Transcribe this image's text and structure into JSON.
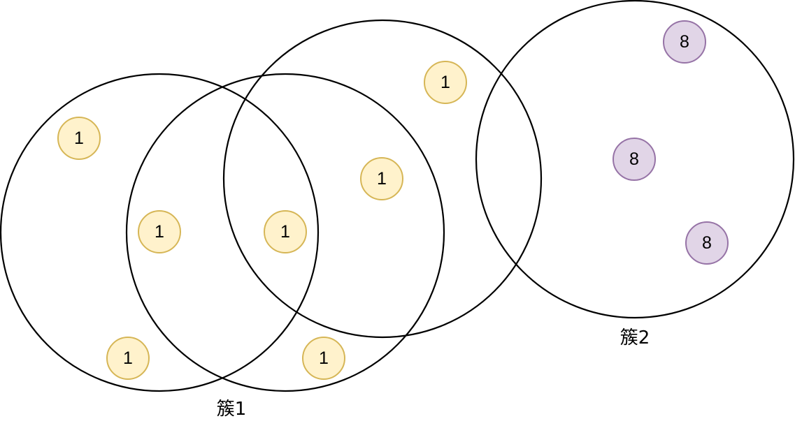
{
  "colors": {
    "ring_stroke": "#000000",
    "node_yellow_fill": "#fff2cc",
    "node_yellow_stroke": "#d6b656",
    "node_purple_fill": "#e1d5e7",
    "node_purple_stroke": "#9673a6"
  },
  "clusters": [
    {
      "label": "簇1"
    },
    {
      "label": "簇2"
    }
  ],
  "nodes": [
    {
      "label": "1",
      "color": "yellow"
    },
    {
      "label": "1",
      "color": "yellow"
    },
    {
      "label": "1",
      "color": "yellow"
    },
    {
      "label": "1",
      "color": "yellow"
    },
    {
      "label": "1",
      "color": "yellow"
    },
    {
      "label": "1",
      "color": "yellow"
    },
    {
      "label": "1",
      "color": "yellow"
    },
    {
      "label": "8",
      "color": "purple"
    },
    {
      "label": "8",
      "color": "purple"
    },
    {
      "label": "8",
      "color": "purple"
    }
  ]
}
